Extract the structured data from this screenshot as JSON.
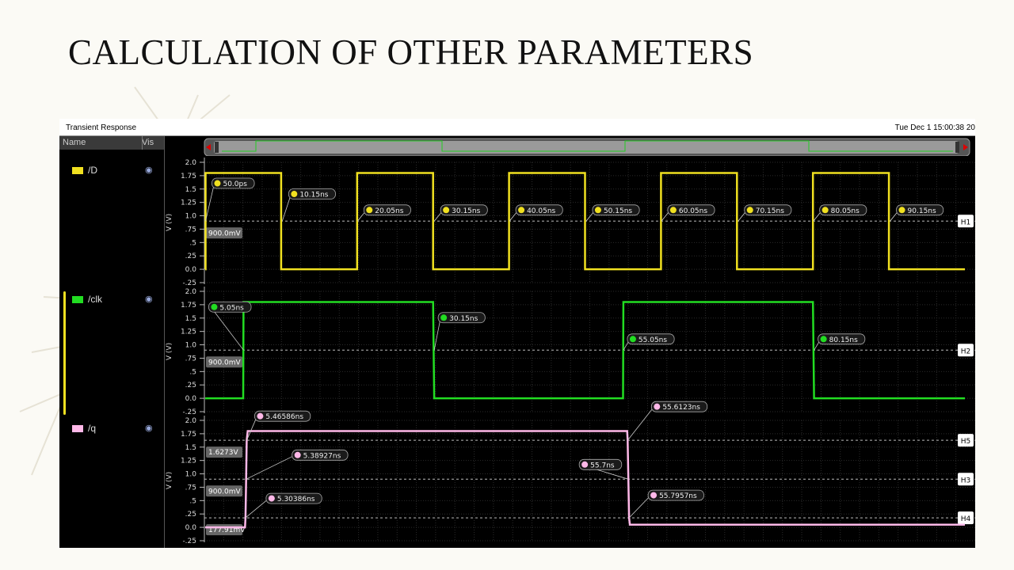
{
  "slide": {
    "title": "CALCULATION OF OTHER PARAMETERS"
  },
  "window": {
    "title": "Transient Response",
    "datetime": "Tue Dec 1 15:00:38 20"
  },
  "legend": {
    "col_name": "Name",
    "col_vis": "Vis",
    "signals": [
      {
        "name": "/D",
        "color": "#f0e020",
        "icon": "eye-icon"
      },
      {
        "name": "/clk",
        "color": "#22dd22",
        "icon": "eye-icon"
      },
      {
        "name": "/q",
        "color": "#ffb8e8",
        "icon": "eye-icon"
      }
    ]
  },
  "colors": {
    "background": "#000000",
    "grid": "#2a2a2a",
    "marker_line": "#cccccc"
  },
  "chart_data": [
    {
      "type": "line",
      "ylabel": "V (V)",
      "ylim": [
        -0.25,
        2.0
      ],
      "yticks": [
        "2.0",
        "1.75",
        "1.5",
        "1.25",
        "1.0",
        ".75",
        ".5",
        ".25",
        "0.0",
        "-.25"
      ],
      "xlim": [
        0,
        100
      ],
      "series": [
        {
          "name": "/D",
          "color": "#f0e020",
          "x": [
            0,
            0.05,
            0.05,
            10,
            10,
            20,
            20,
            30,
            30,
            40,
            40,
            50,
            50,
            60,
            60,
            70,
            70,
            80,
            80,
            90,
            90,
            100
          ],
          "y": [
            0,
            0,
            1.8,
            1.8,
            0,
            0,
            1.8,
            1.8,
            0,
            0,
            1.8,
            1.8,
            0,
            0,
            1.8,
            1.8,
            0,
            0,
            1.8,
            1.8,
            0,
            0
          ]
        }
      ],
      "threshold": {
        "label": "900.0mV",
        "value": 0.9
      },
      "hlines": [
        {
          "label": "H1",
          "value": 0.9
        }
      ],
      "markers": [
        {
          "label": "50.0ps",
          "x": 0.05
        },
        {
          "label": "10.15ns",
          "x": 10.15
        },
        {
          "label": "20.05ns",
          "x": 20.05
        },
        {
          "label": "30.15ns",
          "x": 30.15
        },
        {
          "label": "40.05ns",
          "x": 40.05
        },
        {
          "label": "50.15ns",
          "x": 50.15
        },
        {
          "label": "60.05ns",
          "x": 60.05
        },
        {
          "label": "70.15ns",
          "x": 70.15
        },
        {
          "label": "80.05ns",
          "x": 80.05
        },
        {
          "label": "90.15ns",
          "x": 90.15
        }
      ]
    },
    {
      "type": "line",
      "ylabel": "V (V)",
      "ylim": [
        -0.25,
        2.0
      ],
      "yticks": [
        "2.0",
        "1.75",
        "1.5",
        "1.25",
        "1.0",
        ".75",
        ".5",
        ".25",
        "0.0",
        "-.25"
      ],
      "xlim": [
        0,
        100
      ],
      "series": [
        {
          "name": "/clk",
          "color": "#22dd22",
          "x": [
            0,
            5,
            5.05,
            30,
            30.15,
            55,
            55.05,
            80,
            80.15,
            100
          ],
          "y": [
            0,
            0,
            1.8,
            1.8,
            0,
            0,
            1.8,
            1.8,
            0,
            0
          ]
        }
      ],
      "threshold": {
        "label": "900.0mV",
        "value": 0.9
      },
      "hlines": [
        {
          "label": "H2",
          "value": 0.9
        }
      ],
      "markers": [
        {
          "label": "5.05ns",
          "x": 5.05
        },
        {
          "label": "30.15ns",
          "x": 30.15
        },
        {
          "label": "55.05ns",
          "x": 55.05
        },
        {
          "label": "80.15ns",
          "x": 80.15
        }
      ]
    },
    {
      "type": "line",
      "ylabel": "V (V)",
      "ylim": [
        -0.25,
        2.0
      ],
      "yticks": [
        "2.0",
        "1.75",
        "1.5",
        "1.25",
        "1.0",
        ".75",
        ".5",
        ".25",
        "0.0",
        "-.25"
      ],
      "xlim": [
        0,
        100
      ],
      "series": [
        {
          "name": "/q",
          "color": "#ffb8e8",
          "x": [
            0,
            5.25,
            5.30386,
            5.38927,
            5.46586,
            5.6,
            55.55,
            55.6123,
            55.7,
            55.7957,
            55.9,
            100
          ],
          "y": [
            0,
            0,
            0.178,
            0.9,
            1.627,
            1.8,
            1.8,
            1.627,
            0.9,
            0.178,
            0.05,
            0.05
          ]
        }
      ],
      "thresholds": [
        {
          "label": "1.6273V",
          "value": 1.6273
        },
        {
          "label": "900.0mV",
          "value": 0.9
        },
        {
          "label": "177.91mV",
          "value": 0.17791
        }
      ],
      "hlines": [
        {
          "label": "H5",
          "value": 1.6273
        },
        {
          "label": "H3",
          "value": 0.9
        },
        {
          "label": "H4",
          "value": 0.17791
        }
      ],
      "markers": [
        {
          "label": "5.46586ns",
          "x": 5.46586,
          "y": 1.6273
        },
        {
          "label": "5.38927ns",
          "x": 5.38927,
          "y": 0.9
        },
        {
          "label": "5.30386ns",
          "x": 5.30386,
          "y": 0.17791
        },
        {
          "label": "55.6123ns",
          "x": 55.6123,
          "y": 1.6273
        },
        {
          "label": "55.7ns",
          "x": 55.7,
          "y": 0.9
        },
        {
          "label": "55.7957ns",
          "x": 55.7957,
          "y": 0.17791
        }
      ]
    }
  ]
}
